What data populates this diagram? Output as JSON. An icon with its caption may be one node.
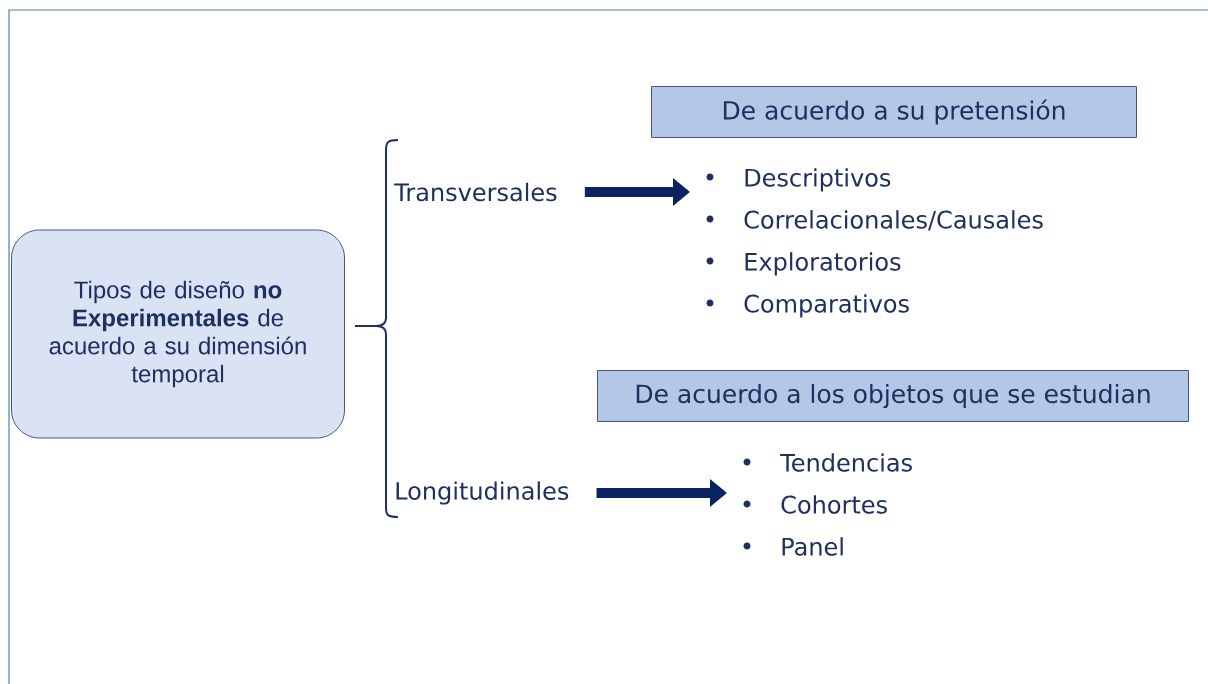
{
  "diagram": {
    "nodes": [
      {
        "text": [
          "Tipos de diseño **no Experimentales** de acuerdo a su dimensión temporal"
        ]
      },
      {
        "text": [
          "Transversales"
        ]
      },
      {
        "text": [
          "Longitudinales"
        ]
      },
      {
        "text": [
          "De acuerdo a su pretensión"
        ]
      },
      {
        "text": [
          "Descriptivos",
          "Correlacionales/Causales",
          "Exploratorios",
          "Comparativos"
        ]
      },
      {
        "text": [
          "De acuerdo a los objetos que se estudian"
        ]
      },
      {
        "text": [
          "Tendencias",
          "Cohortes",
          "Panel"
        ]
      }
    ],
    "edges": [
      {
        "from": 1,
        "to": 4,
        "arrow": "to"
      },
      {
        "from": 2,
        "to": 6,
        "arrow": "to"
      }
    ]
  }
}
